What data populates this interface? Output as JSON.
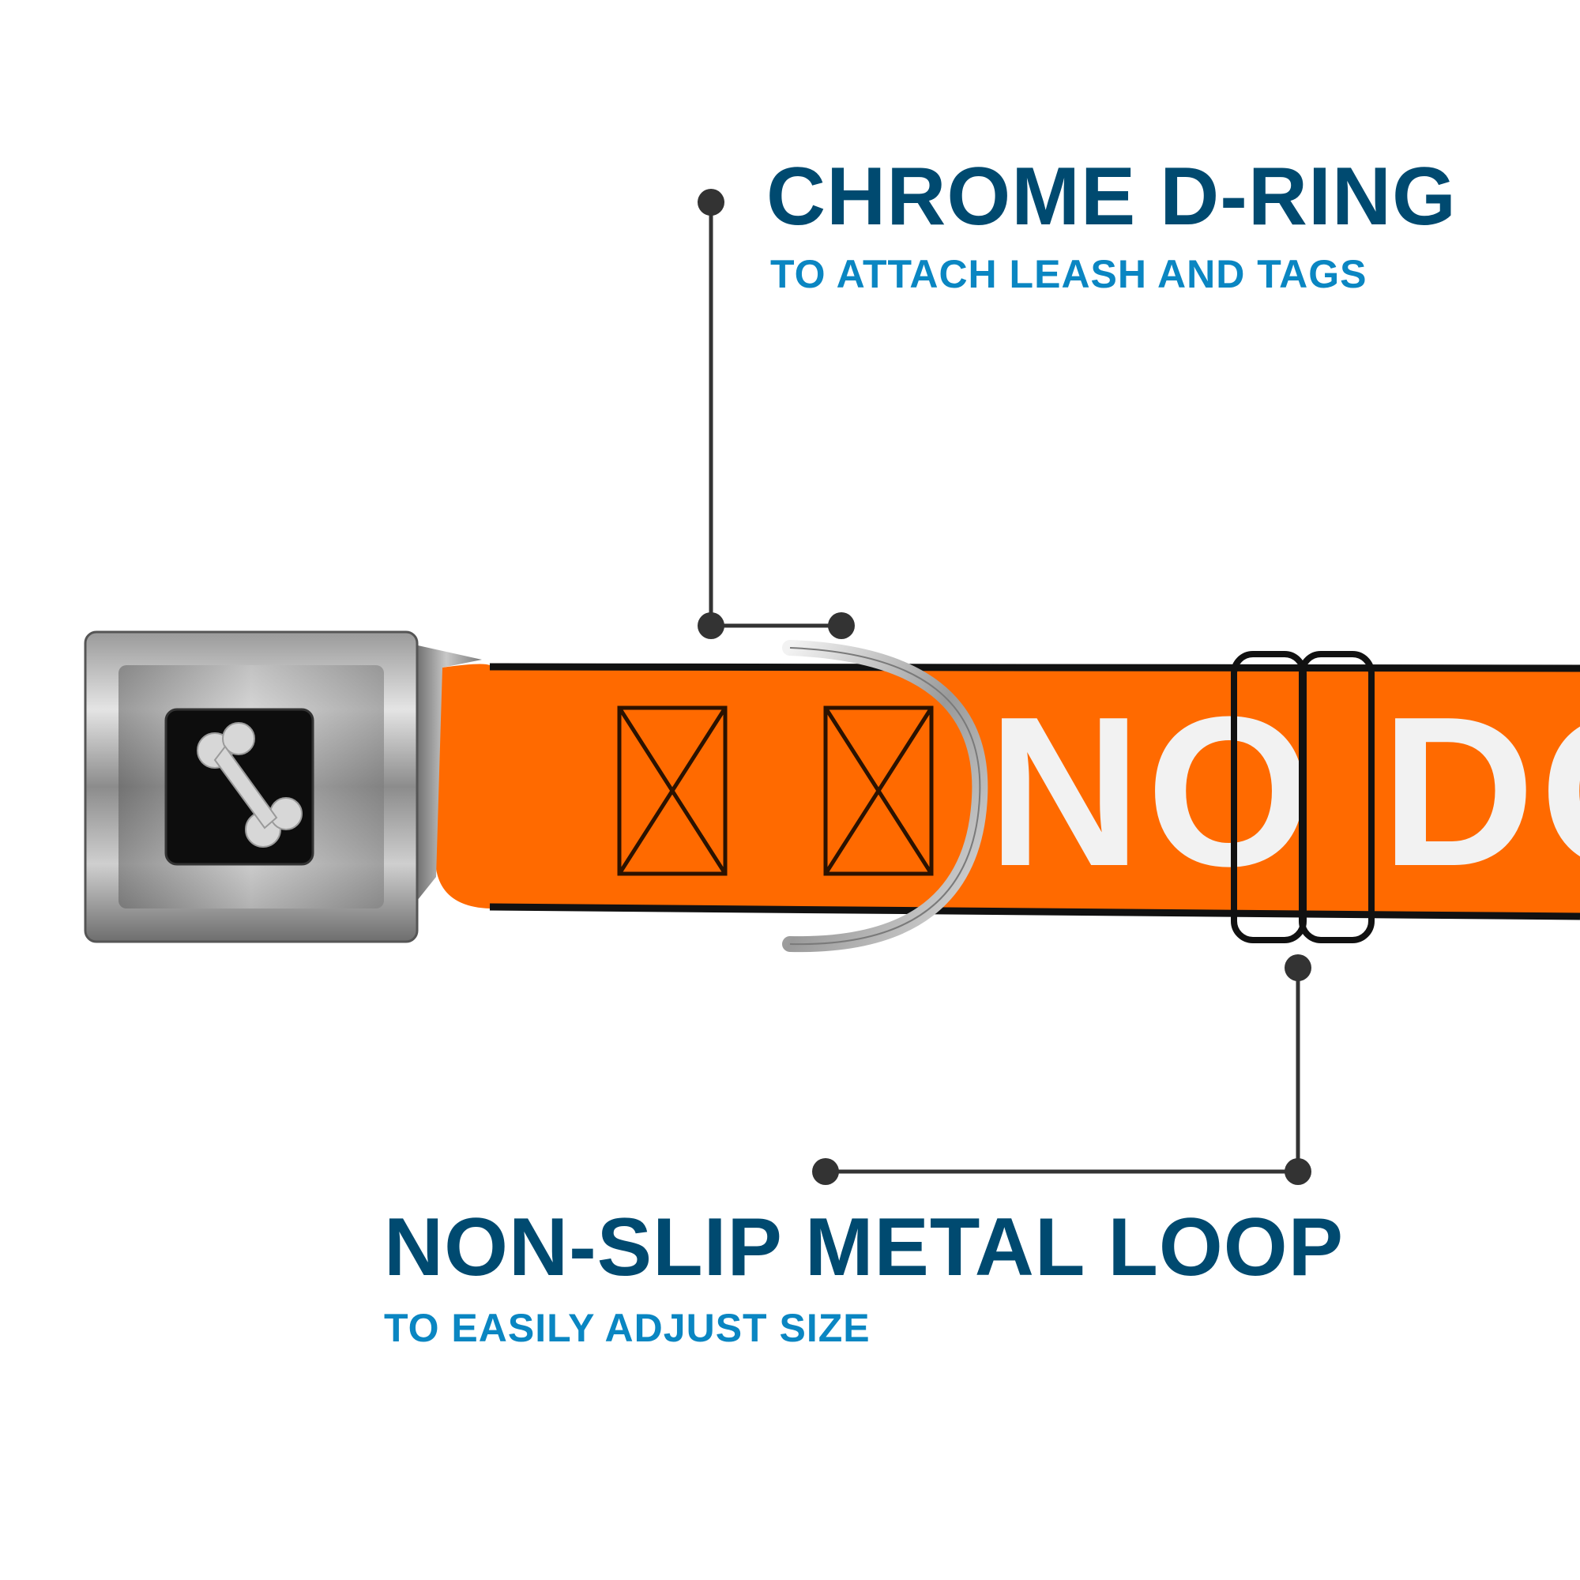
{
  "colors": {
    "title": "#004a70",
    "subtitle": "#0a86c2",
    "collar": "#ff6a00",
    "collar_text": "#f2f2f2",
    "leader": "#333333"
  },
  "callouts": {
    "dring": {
      "title": "CHROME D-RING",
      "subtitle": "TO ATTACH LEASH AND TAGS"
    },
    "loop": {
      "title": "NON-SLIP METAL LOOP",
      "subtitle": "TO EASILY ADJUST SIZE"
    }
  },
  "collar": {
    "print_text": "NO DO"
  },
  "icons": {
    "buckle_logo": "bone-icon"
  }
}
